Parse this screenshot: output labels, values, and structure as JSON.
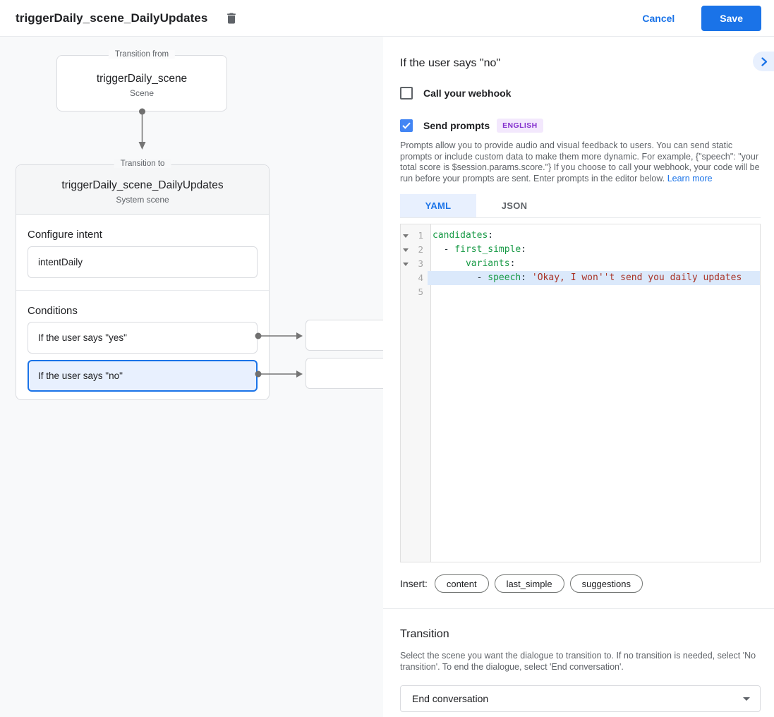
{
  "header": {
    "title": "triggerDaily_scene_DailyUpdates",
    "cancel_label": "Cancel",
    "save_label": "Save"
  },
  "diagram": {
    "from_box": {
      "legend": "Transition from",
      "title": "triggerDaily_scene",
      "subtitle": "Scene"
    },
    "to_card": {
      "legend": "Transition to",
      "title": "triggerDaily_scene_DailyUpdates",
      "subtitle": "System scene",
      "configure_intent_label": "Configure intent",
      "intent_value": "intentDaily",
      "conditions_label": "Conditions",
      "conditions": [
        {
          "label": "If the user says \"yes\"",
          "selected": false
        },
        {
          "label": "If the user says \"no\"",
          "selected": true
        }
      ]
    }
  },
  "panel": {
    "title": "If the user says \"no\"",
    "webhook_label": "Call your webhook",
    "webhook_checked": false,
    "send_prompts_label": "Send prompts",
    "send_prompts_checked": true,
    "language_badge": "ENGLISH",
    "description": "Prompts allow you to provide audio and visual feedback to users. You can send static prompts or include custom data to make them more dynamic. For example, {\"speech\": \"your total score is $session.params.score.\"} If you choose to call your webhook, your code will be run before your prompts are sent. Enter prompts in the editor below.",
    "learn_more_label": "Learn more",
    "tabs": [
      {
        "label": "YAML",
        "active": true
      },
      {
        "label": "JSON",
        "active": false
      }
    ],
    "editor": {
      "lines": [
        {
          "num": "1",
          "fold": true,
          "highlight": false,
          "parts": [
            {
              "t": "candidates",
              "c": "key"
            },
            {
              "t": ":",
              "c": "p"
            }
          ]
        },
        {
          "num": "2",
          "fold": true,
          "highlight": false,
          "parts": [
            {
              "t": "  - ",
              "c": "p"
            },
            {
              "t": "first_simple",
              "c": "key"
            },
            {
              "t": ":",
              "c": "p"
            }
          ]
        },
        {
          "num": "3",
          "fold": true,
          "highlight": false,
          "parts": [
            {
              "t": "      ",
              "c": "p"
            },
            {
              "t": "variants",
              "c": "key"
            },
            {
              "t": ":",
              "c": "p"
            }
          ]
        },
        {
          "num": "4",
          "fold": false,
          "highlight": true,
          "parts": [
            {
              "t": "        - ",
              "c": "p"
            },
            {
              "t": "speech",
              "c": "key"
            },
            {
              "t": ": ",
              "c": "p"
            },
            {
              "t": "'Okay, I won''t send you daily updates",
              "c": "str"
            }
          ]
        },
        {
          "num": "5",
          "fold": false,
          "highlight": false,
          "parts": []
        }
      ]
    },
    "insert_label": "Insert:",
    "insert_chips": [
      "content",
      "last_simple",
      "suggestions"
    ],
    "transition": {
      "title": "Transition",
      "description": "Select the scene you want the dialogue to transition to. If no transition is needed, select 'No transition'. To end the dialogue, select 'End conversation'.",
      "dropdown_value": "End conversation"
    }
  },
  "colors": {
    "accent_blue": "#1a73e8",
    "selected_bg": "#e8f0fe",
    "badge_text": "#8430ce",
    "badge_bg": "#f3e8fd",
    "code_key": "#189a46",
    "code_string": "#a93226",
    "active_line_bg": "#dbe9fb"
  }
}
